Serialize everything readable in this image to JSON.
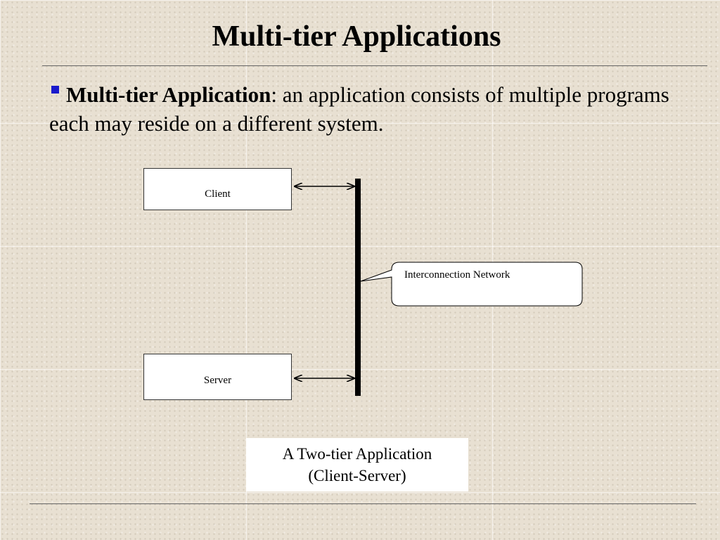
{
  "slide": {
    "title": "Multi-tier Applications",
    "bullet": {
      "term": "Multi-tier Application",
      "definition": ": an application consists of multiple programs each may reside on a different system."
    }
  },
  "diagram": {
    "client_label": "Client",
    "server_label": "Server",
    "network_label": "Interconnection Network",
    "caption_line1": "A Two-tier Application",
    "caption_line2": "(Client-Server)"
  },
  "colors": {
    "bullet": "#1a1acc",
    "background": "#e8e0d2"
  }
}
